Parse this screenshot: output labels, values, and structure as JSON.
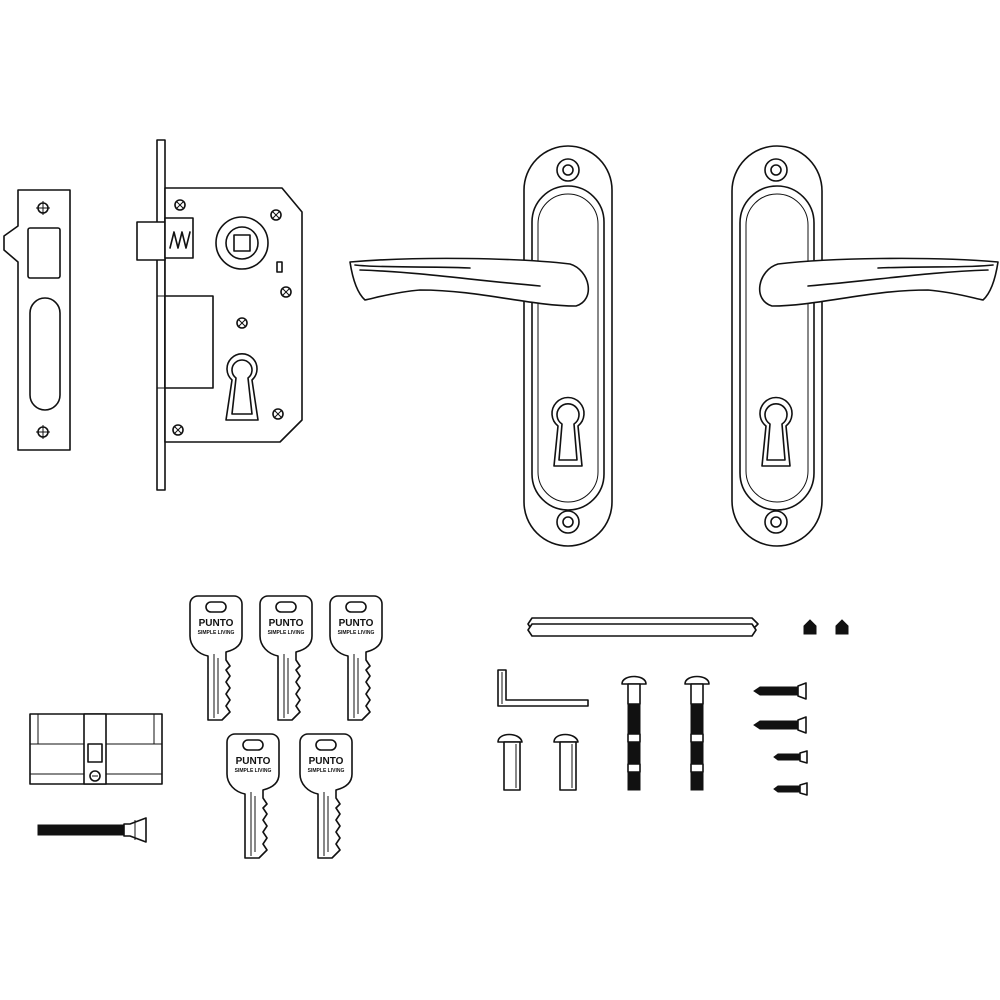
{
  "keys": [
    {
      "brand": "PUNTO",
      "tagline": "SIMPLE LIVING"
    },
    {
      "brand": "PUNTO",
      "tagline": "SIMPLE LIVING"
    },
    {
      "brand": "PUNTO",
      "tagline": "SIMPLE LIVING"
    },
    {
      "brand": "PUNTO",
      "tagline": "SIMPLE LIVING"
    },
    {
      "brand": "PUNTO",
      "tagline": "SIMPLE LIVING"
    }
  ]
}
